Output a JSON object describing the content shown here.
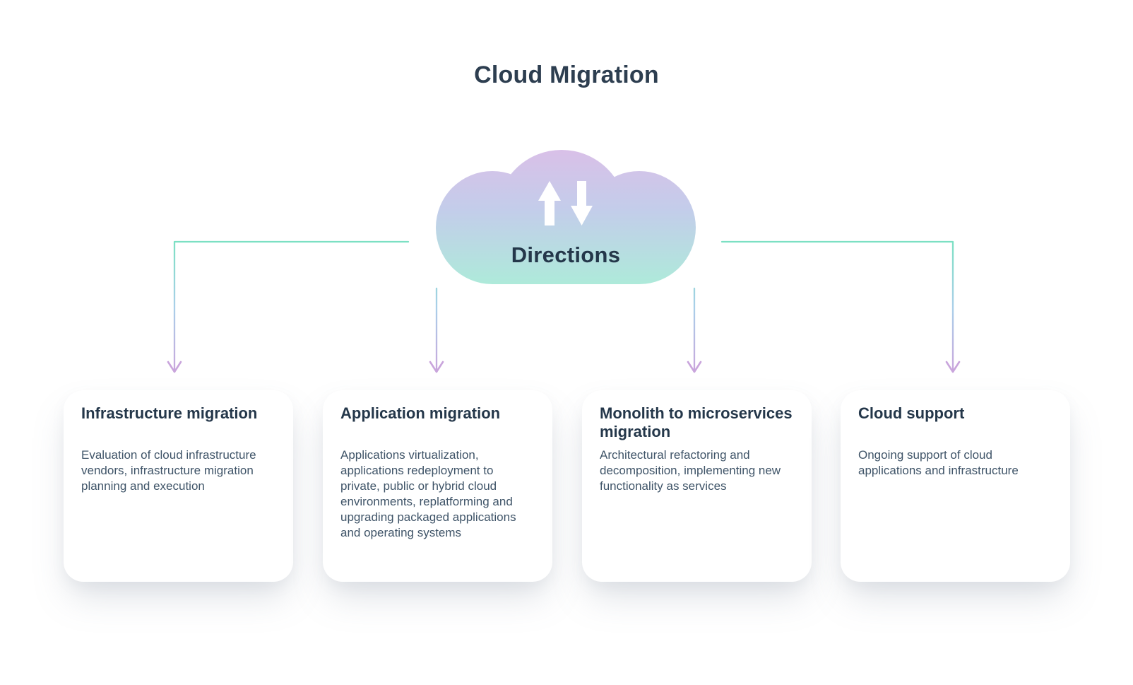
{
  "title": "Cloud Migration",
  "cloud": {
    "label": "Directions",
    "icons": {
      "up": "up-arrow-icon",
      "down": "down-arrow-icon"
    }
  },
  "cards": [
    {
      "title": "Infrastructure migration",
      "body": "Evaluation of cloud infrastructure vendors, infrastructure migration planning and execution"
    },
    {
      "title": "Application migration",
      "body": "Applications virtualization, applications redeployment to private, public or hybrid cloud environments, replatforming and upgrading packaged applications and operating systems"
    },
    {
      "title": "Monolith to microservices migration",
      "body": "Architectural refactoring and decomposition, implementing new functionality as services"
    },
    {
      "title": "Cloud support",
      "body": "Ongoing support of cloud applications and infrastructure"
    }
  ],
  "colors": {
    "title_color": "#2d3e50",
    "heading_color": "#24374a",
    "body_color": "#3f5468",
    "card_bg": "#ffffff",
    "page_bg": "#ffffff",
    "flow_teal": "#7ce0c3",
    "flow_blue": "#a9cfe9",
    "flow_purple": "#c9a5dc",
    "cloud_top": "#d9c0e8",
    "cloud_mid": "#c3cdea",
    "cloud_bottom": "#aeeada",
    "cloud_arrow_white": "#ffffff"
  }
}
